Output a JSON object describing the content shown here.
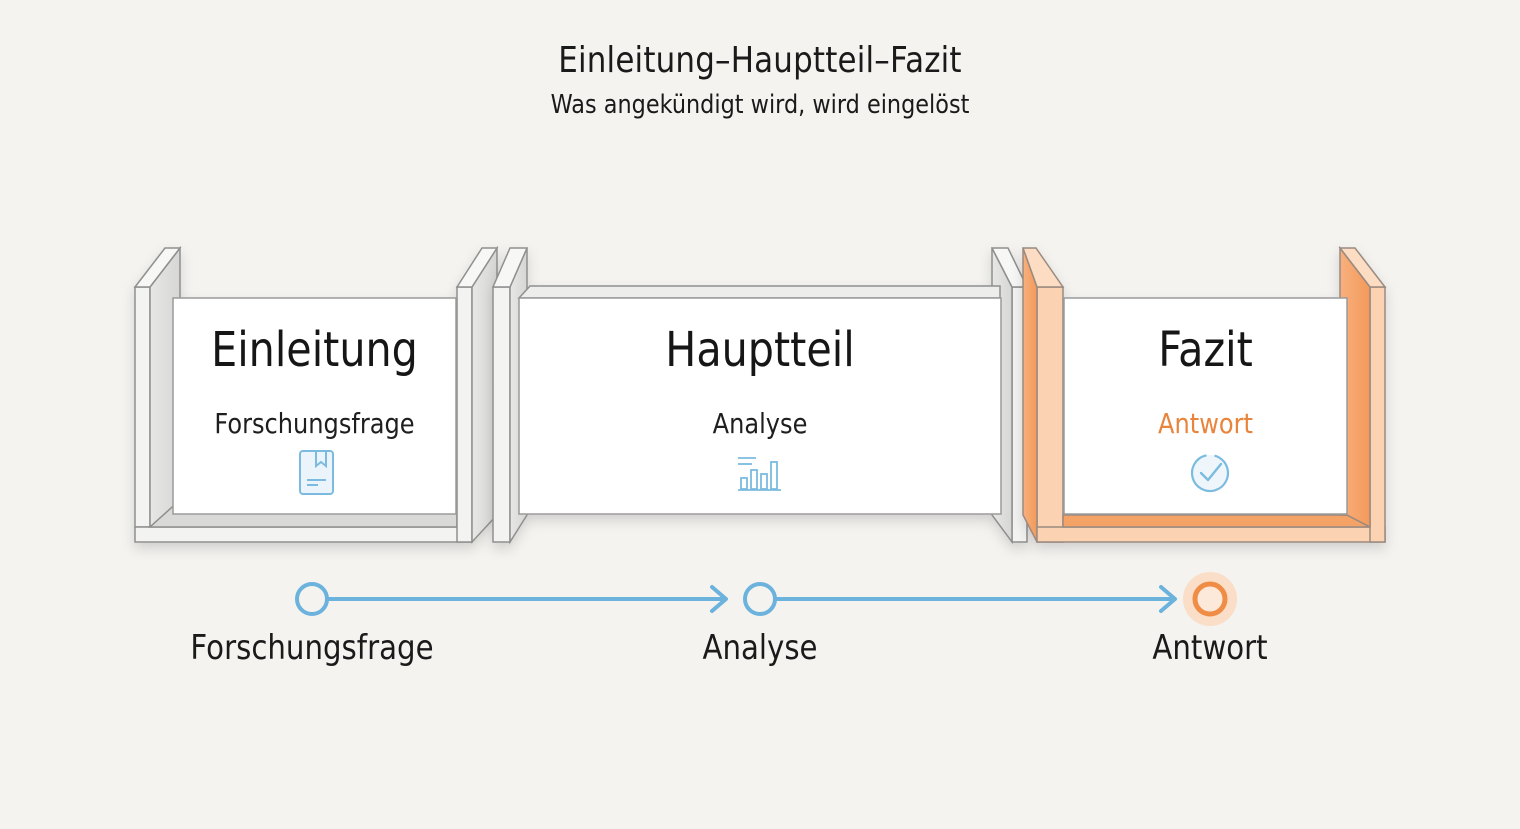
{
  "header": {
    "title": "Einleitung–Hauptteil–Fazit",
    "subtitle": "Was angekündigt wird, wird eingelöst"
  },
  "sections": [
    {
      "title": "Einleitung",
      "subtitle": "Forschungsfrage",
      "icon": "bookmark-document-icon",
      "frame_color": "gray"
    },
    {
      "title": "Hauptteil",
      "subtitle": "Analyse",
      "icon": "bar-chart-icon",
      "frame_color": "gray"
    },
    {
      "title": "Fazit",
      "subtitle": "Antwort",
      "icon": "check-circle-icon",
      "frame_color": "orange",
      "highlighted": true
    }
  ],
  "timeline": {
    "nodes": [
      {
        "label": "Forschungsfrage",
        "state": "default"
      },
      {
        "label": "Analyse",
        "state": "default"
      },
      {
        "label": "Antwort",
        "state": "highlighted"
      }
    ]
  },
  "colors": {
    "background": "#f4f3f0",
    "frame_gray_face": "#f3f3f2",
    "frame_gray_side": "#dcdcda",
    "frame_edge": "#8f8f8f",
    "frame_orange_face": "#fbd3b3",
    "frame_orange_side": "#f6a56c",
    "accent_blue": "#6bb2dd",
    "accent_orange": "#ef8c45",
    "text_accent_orange": "#e8843c"
  }
}
